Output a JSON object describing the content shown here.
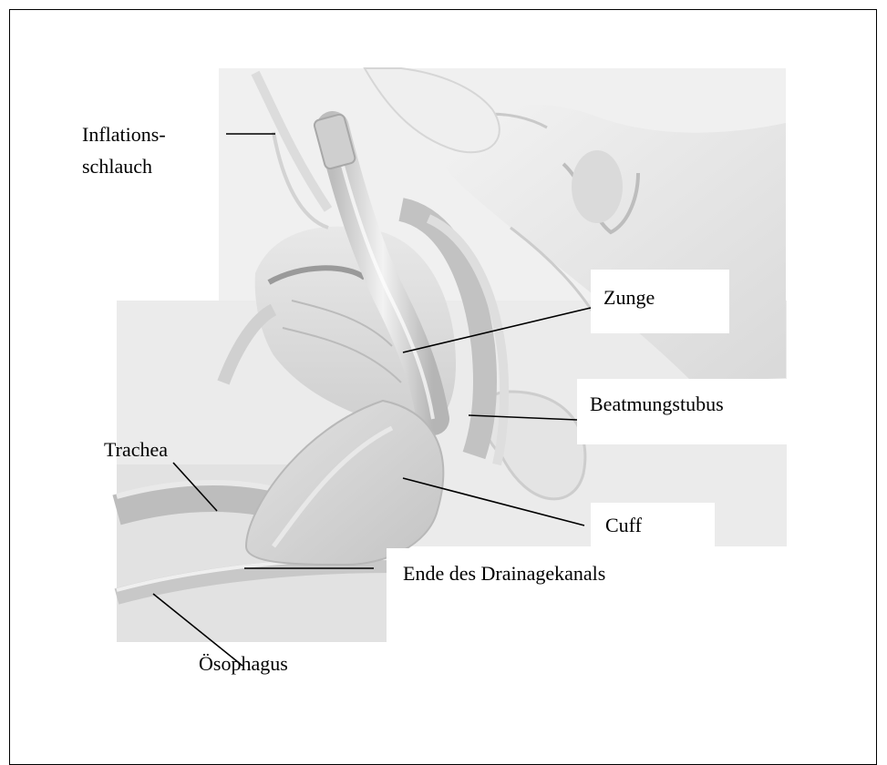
{
  "figure": {
    "labels": {
      "inflation_line1": "Inflations-",
      "inflation_line2": "schlauch",
      "tongue": "Zunge",
      "airway_tube": "Beatmungstubus",
      "trachea": "Trachea",
      "cuff": "Cuff",
      "drain_end": "Ende des Drainagekanals",
      "esophagus": "Ösophagus"
    },
    "colors": {
      "border": "#000000",
      "background": "#ffffff",
      "leader": "#000000",
      "illustration_base": "#e6e6e6"
    }
  }
}
